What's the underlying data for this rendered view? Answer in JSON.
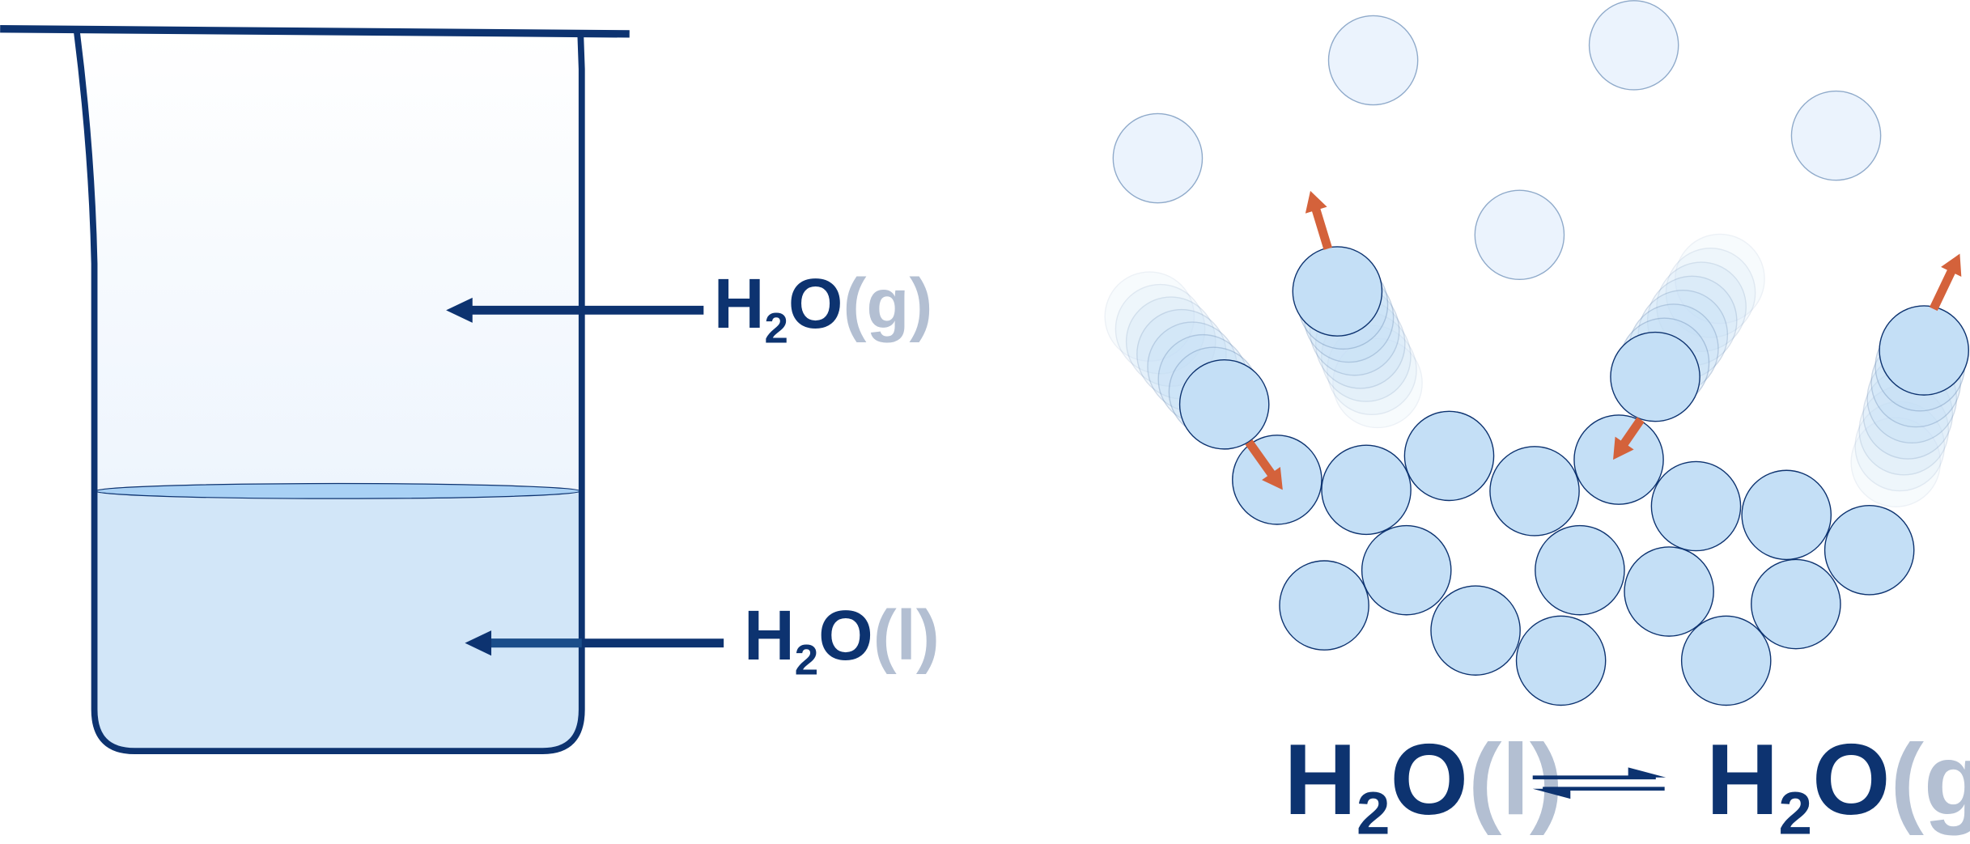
{
  "colors": {
    "dark_blue": "#0d3370",
    "state_gray": "#b3bfd2",
    "liquid_fill": "#d2e6f8",
    "liquid_surface": "#a9d1f5",
    "molecule_liquid": "#c4dff6",
    "molecule_gas": "#eaf3fd",
    "arrow_orange": "#d4623b"
  },
  "beaker": {
    "gas_label": {
      "h": "H",
      "sub": "2",
      "o": "O",
      "state": "(g)"
    },
    "liquid_label": {
      "h": "H",
      "sub": "2",
      "o": "O",
      "state": "(l)"
    }
  },
  "equation": {
    "left": {
      "h": "H",
      "sub": "2",
      "o": "O",
      "state": "(l)"
    },
    "right": {
      "h": "H",
      "sub": "2",
      "o": "O",
      "state": "(g)"
    },
    "arrow_icon": "equilibrium-arrows"
  }
}
